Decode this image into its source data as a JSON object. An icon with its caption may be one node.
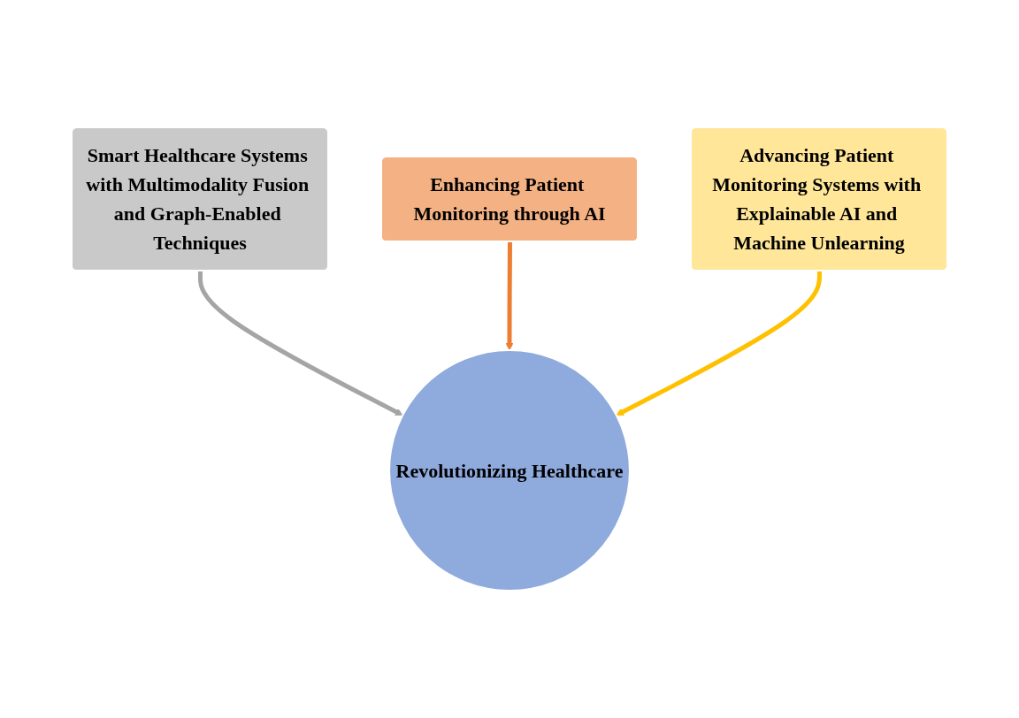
{
  "diagram": {
    "nodes": [
      {
        "text": [
          "Smart Healthcare Systems with Multimodality Fusion and Graph-Enabled Techniques"
        ]
      },
      {
        "text": [
          "Enhancing Patient Monitoring through AI"
        ]
      },
      {
        "text": [
          "Advancing Patient Monitoring Systems with Explainable AI and Machine Unlearning"
        ]
      },
      {
        "text": [
          "Revolutionizing Healthcare"
        ]
      }
    ],
    "edges": [
      {
        "from": 0,
        "to": 3,
        "arrow": "to",
        "color": "#a5a5a5"
      },
      {
        "from": 1,
        "to": 3,
        "arrow": "to",
        "color": "#ed7d31"
      },
      {
        "from": 2,
        "to": 3,
        "arrow": "to",
        "color": "#ffc000"
      }
    ]
  }
}
